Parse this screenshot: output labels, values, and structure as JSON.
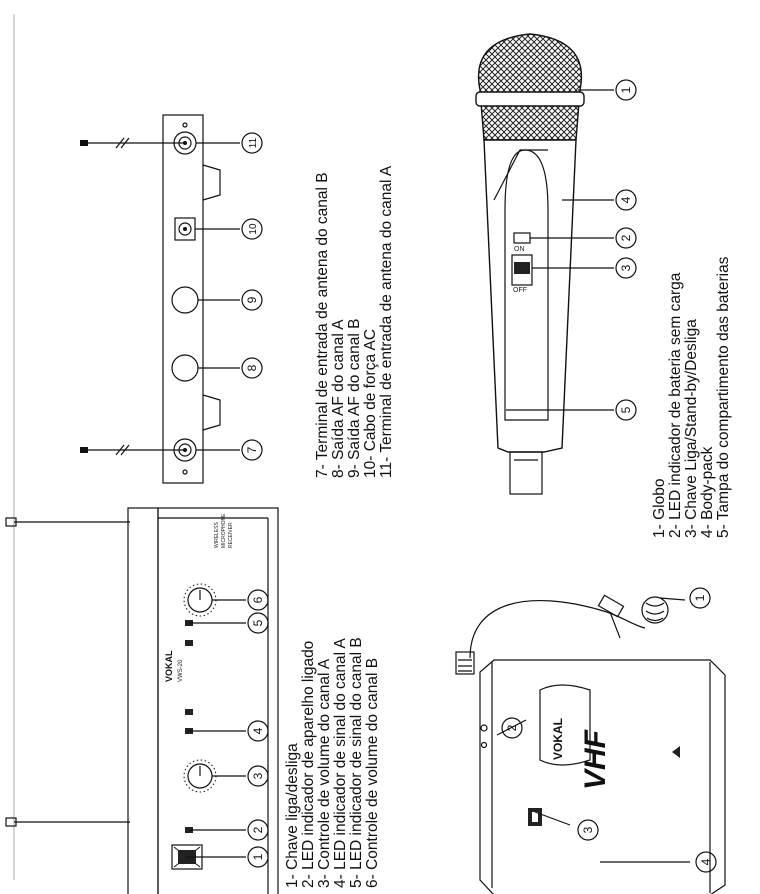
{
  "receiver_front": {
    "brand": "VOKAL",
    "model": "VWS-20",
    "side_text": [
      "WIRELESS",
      "MICROPHONE",
      "RECEIVER"
    ],
    "labels": [
      "1- Chave liga/desliga",
      "2- LED indicador de aparelho ligado",
      "3- Controle de volume do canal A",
      "4- LED indicador de sinal do canal A",
      "5- LED indicador de sinal do canal B",
      "6- Controle de volume do canal B"
    ]
  },
  "receiver_back": {
    "labels": [
      "7- Terminal de entrada de antena do canal B",
      "8- Saída AF do canal A",
      "9- Saída AF do canal B",
      "10- Cabo de força AC",
      "11- Terminal de entrada de antena do canal A"
    ]
  },
  "bodypack": {
    "brand": "VOKAL",
    "band": "VHF"
  },
  "microphone": {
    "switch_on": "ON",
    "switch_off": "OFF",
    "labels": [
      "1- Globo",
      "2- LED indicador de bateria sem carga",
      "3- Chave Liga/Stand-by/Desliga",
      "4- Body-pack",
      "5- Tampa do compartimento das baterias"
    ]
  },
  "callouts": {
    "front": [
      "1",
      "2",
      "3",
      "4",
      "5",
      "6"
    ],
    "back": [
      "7",
      "8",
      "9",
      "10",
      "11"
    ],
    "bodypack": [
      "1",
      "2",
      "3",
      "4"
    ],
    "mic": [
      "1",
      "2",
      "3",
      "4",
      "5"
    ]
  },
  "colors": {
    "line": "#111111",
    "background": "#ffffff"
  }
}
